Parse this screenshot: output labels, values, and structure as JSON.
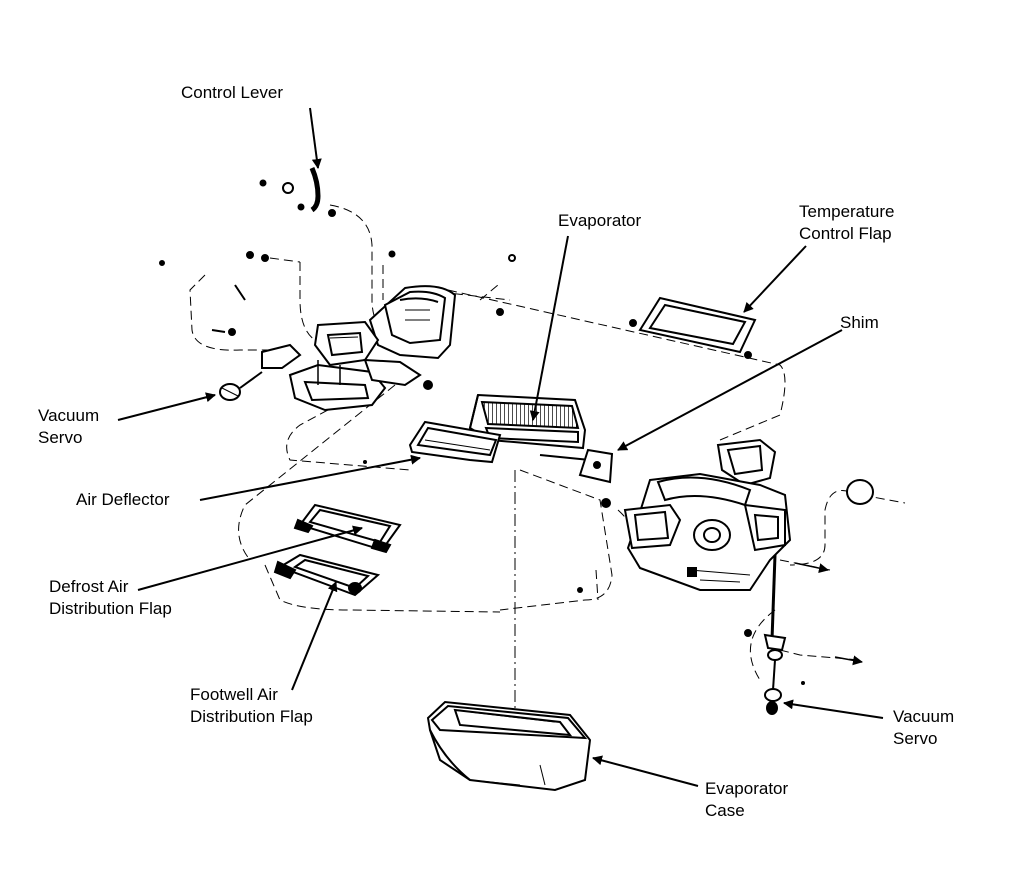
{
  "labels": {
    "control_lever": "Control Lever",
    "evaporator": "Evaporator",
    "temperature_control_flap": [
      "Temperature",
      "Control Flap"
    ],
    "shim": "Shim",
    "vacuum_servo_left": [
      "Vacuum",
      "Servo"
    ],
    "air_deflector": "Air Deflector",
    "defrost_air_distribution_flap": [
      "Defrost Air",
      "Distribution Flap"
    ],
    "footwell_air_distribution_flap": [
      "Footwell Air",
      "Distribution Flap"
    ],
    "vacuum_servo_right": [
      "Vacuum",
      "Servo"
    ],
    "evaporator_case": [
      "Evaporator",
      "Case"
    ]
  },
  "colors": {
    "ink": "#000000",
    "paper": "#ffffff"
  }
}
